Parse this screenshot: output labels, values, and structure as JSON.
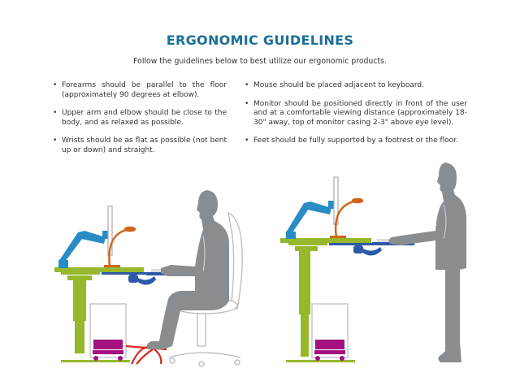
{
  "header": {
    "title": "ERGONOMIC GUIDELINES",
    "subtitle": "Follow the guidelines below to best utilize our ergonomic products."
  },
  "guidelines": {
    "left": [
      "Forearms should be parallel to the floor (approximately 90 degrees at elbow).",
      "Upper arm and elbow should be close to the body, and as relaxed as possible.",
      "Wrists should be as flat as possible (not bent up or down) and straight."
    ],
    "right": [
      "Mouse should be placed adjacent to keyboard.",
      "Monitor should be positioned directly in front of the user and at a comfortable viewing distance (approximately 18-30\" away, top of monitor casing 2-3\" above eye level).",
      "Feet should be fully supported by a footrest or the floor."
    ]
  },
  "illustrations": [
    {
      "label": "seated-workstation",
      "elements": [
        "sit-stand-desk",
        "monitor-arm",
        "monitor",
        "desk-lamp",
        "keyboard-tray",
        "cpu-holder",
        "footrest",
        "task-chair",
        "seated-person"
      ]
    },
    {
      "label": "standing-workstation",
      "elements": [
        "sit-stand-desk",
        "monitor-arm",
        "monitor",
        "desk-lamp",
        "keyboard-tray",
        "cpu-holder",
        "standing-person"
      ]
    }
  ],
  "colors": {
    "title": "#1a6f96",
    "desk": "#96b82a",
    "monitor_arm": "#2a8cc4",
    "lamp": "#d0661c",
    "keyboard_tray": "#2c5aa8",
    "cpu_holder": "#a3127f",
    "footrest": "#d92a1c",
    "person": "#8a8d90",
    "chair_outline": "#bbbbbb"
  }
}
